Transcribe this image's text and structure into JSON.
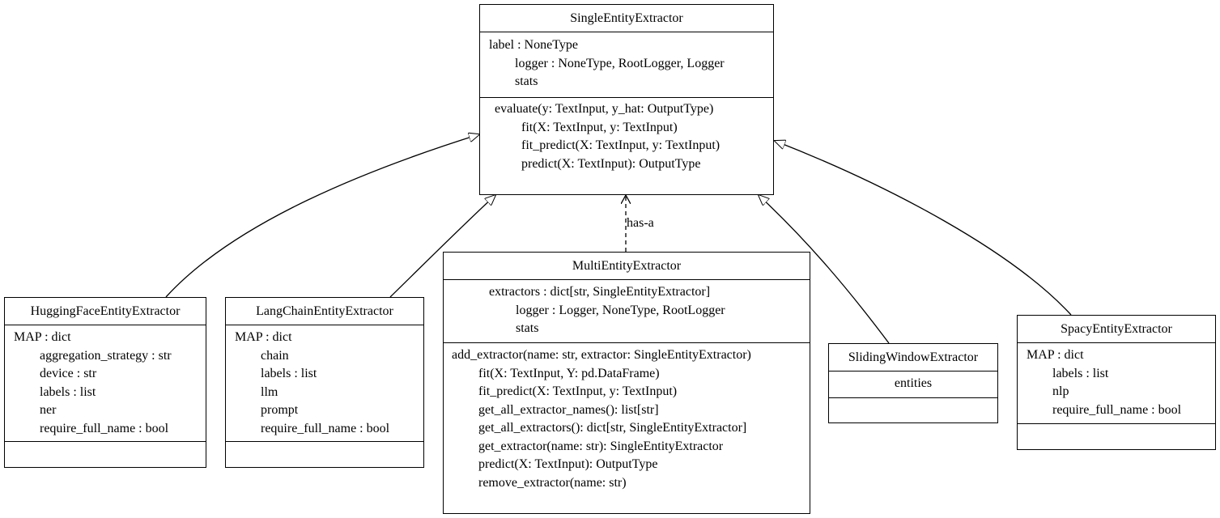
{
  "classes": {
    "single": {
      "name": "SingleEntityExtractor",
      "attributes": [
        "label : NoneType",
        "logger : NoneType, RootLogger, Logger",
        "stats"
      ],
      "methods": [
        "evaluate(y: TextInput, y_hat: OutputType)",
        "fit(X: TextInput, y: TextInput)",
        "fit_predict(X: TextInput, y: TextInput)",
        "predict(X: TextInput): OutputType"
      ]
    },
    "hugging": {
      "name": "HuggingFaceEntityExtractor",
      "attributes": [
        "MAP : dict",
        "aggregation_strategy : str",
        "device : str",
        "labels : list",
        "ner",
        "require_full_name : bool"
      ],
      "methods": []
    },
    "langchain": {
      "name": "LangChainEntityExtractor",
      "attributes": [
        "MAP : dict",
        "chain",
        "labels : list",
        "llm",
        "prompt",
        "require_full_name : bool"
      ],
      "methods": []
    },
    "multi": {
      "name": "MultiEntityExtractor",
      "attributes": [
        "extractors : dict[str, SingleEntityExtractor]",
        "logger : Logger, NoneType, RootLogger",
        "stats"
      ],
      "methods": [
        "add_extractor(name: str, extractor: SingleEntityExtractor)",
        "fit(X: TextInput, Y: pd.DataFrame)",
        "fit_predict(X: TextInput, y: TextInput)",
        "get_all_extractor_names(): list[str]",
        "get_all_extractors(): dict[str, SingleEntityExtractor]",
        "get_extractor(name: str): SingleEntityExtractor",
        "predict(X: TextInput): OutputType",
        "remove_extractor(name: str)"
      ]
    },
    "sliding": {
      "name": "SlidingWindowExtractor",
      "attributes": [
        "entities"
      ],
      "methods": []
    },
    "spacy": {
      "name": "SpacyEntityExtractor",
      "attributes": [
        "MAP : dict",
        "labels : list",
        "nlp",
        "require_full_name : bool"
      ],
      "methods": []
    }
  },
  "relations": {
    "has_a_label": "has-a"
  }
}
